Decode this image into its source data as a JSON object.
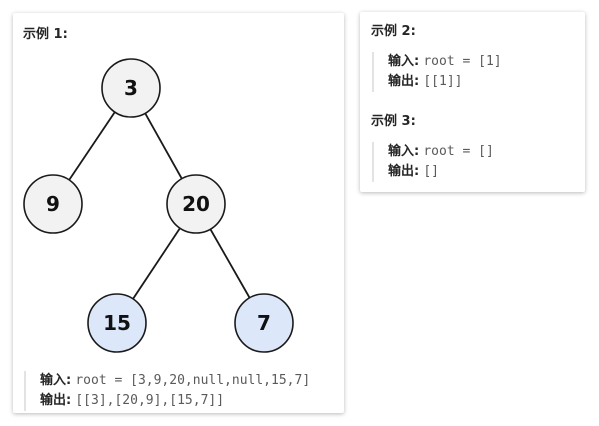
{
  "example1": {
    "title": "示例 1:",
    "input_label": "输入:",
    "input_value": "root = [3,9,20,null,null,15,7]",
    "output_label": "输出:",
    "output_value": "[[3],[20,9],[15,7]]",
    "tree": {
      "nodes": [
        {
          "id": "n3",
          "label": "3",
          "fill": "#f2f2f2"
        },
        {
          "id": "n9",
          "label": "9",
          "fill": "#f2f2f2"
        },
        {
          "id": "n20",
          "label": "20",
          "fill": "#f2f2f2"
        },
        {
          "id": "n15",
          "label": "15",
          "fill": "#dce8fa"
        },
        {
          "id": "n7",
          "label": "7",
          "fill": "#dce8fa"
        }
      ],
      "edges": [
        [
          "n3",
          "n9"
        ],
        [
          "n3",
          "n20"
        ],
        [
          "n20",
          "n15"
        ],
        [
          "n20",
          "n7"
        ]
      ]
    }
  },
  "example2": {
    "title": "示例 2:",
    "input_label": "输入:",
    "input_value": "root = [1]",
    "output_label": "输出:",
    "output_value": "[[1]]"
  },
  "example3": {
    "title": "示例 3:",
    "input_label": "输入:",
    "input_value": "root = []",
    "output_label": "输出:",
    "output_value": "[]"
  }
}
